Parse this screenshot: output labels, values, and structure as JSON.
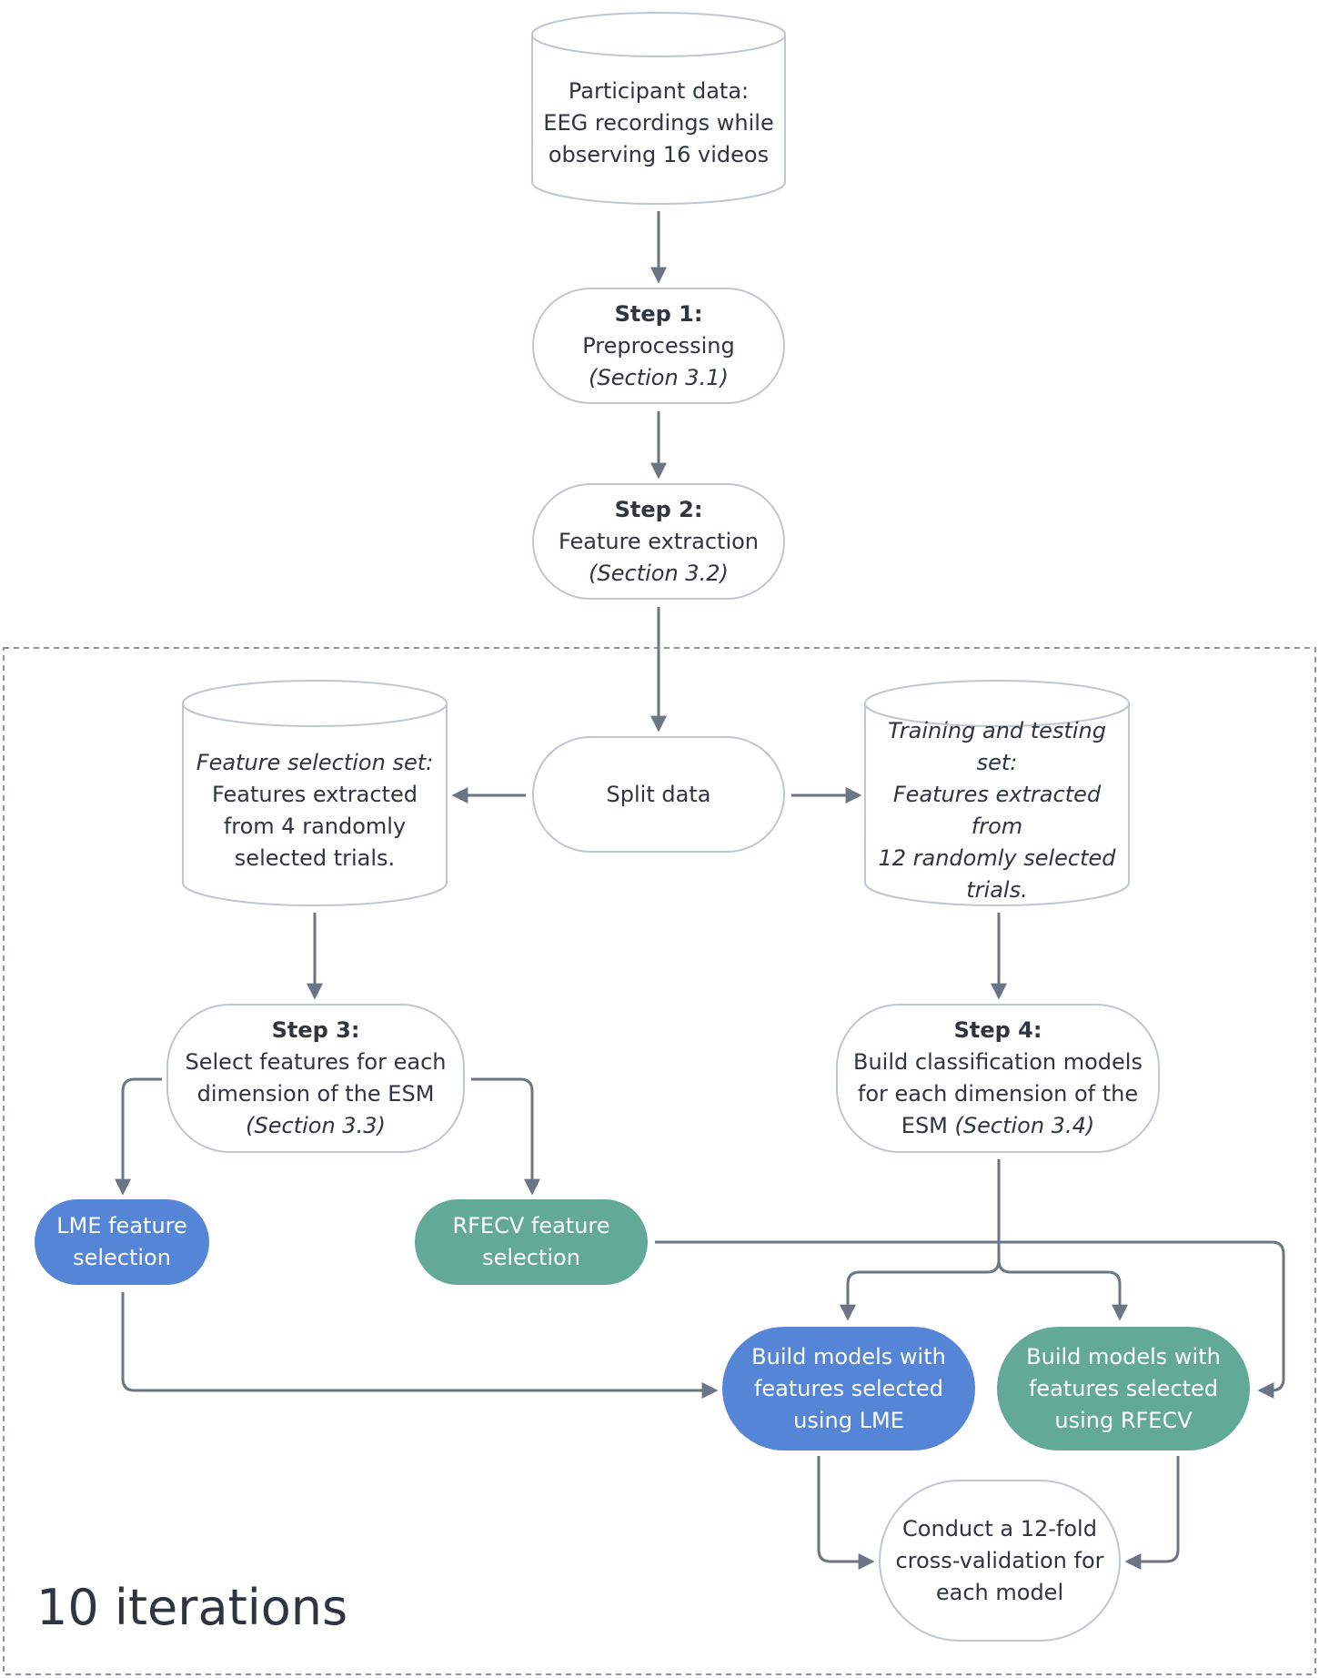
{
  "nodes": {
    "participant": {
      "lines": [
        "Participant data:",
        "EEG recordings while",
        "observing 16 videos"
      ]
    },
    "step1": {
      "title": "Step 1:",
      "text": "Preprocessing",
      "section": "(Section 3.1)"
    },
    "step2": {
      "title": "Step 2:",
      "text": "Feature extraction",
      "section": "(Section 3.2)"
    },
    "split": {
      "text": "Split data"
    },
    "feature_set": {
      "heading": "Feature selection set:",
      "lines": [
        "Features extracted",
        "from 4 randomly",
        "selected trials."
      ]
    },
    "train_set": {
      "lines": [
        "Training and testing set:",
        "Features extracted from",
        "12 randomly selected",
        "trials."
      ]
    },
    "step3": {
      "title": "Step 3:",
      "lines": [
        "Select features for each",
        "dimension of the ESM"
      ],
      "section": "(Section 3.3)"
    },
    "step4": {
      "title": "Step 4:",
      "lines": [
        "Build classification models",
        "for each dimension of the"
      ],
      "last_plain": "ESM ",
      "last_italic": "(Section 3.4)"
    },
    "lme": {
      "lines": [
        "LME feature",
        "selection"
      ]
    },
    "rfecv": {
      "lines": [
        "RFECV feature",
        "selection"
      ]
    },
    "build_lme": {
      "lines": [
        "Build models with",
        "features selected",
        "using LME"
      ]
    },
    "build_rfecv": {
      "lines": [
        "Build models with",
        "features selected",
        "using RFECV"
      ]
    },
    "crossval": {
      "lines": [
        "Conduct a 12-fold",
        "cross-validation for",
        "each model"
      ]
    }
  },
  "iterations_label": "10 iterations",
  "colors": {
    "blue": "#5585d6",
    "green": "#63a998",
    "line": "#6b7585",
    "border": "#bfc6d0",
    "text": "#2e3440"
  }
}
